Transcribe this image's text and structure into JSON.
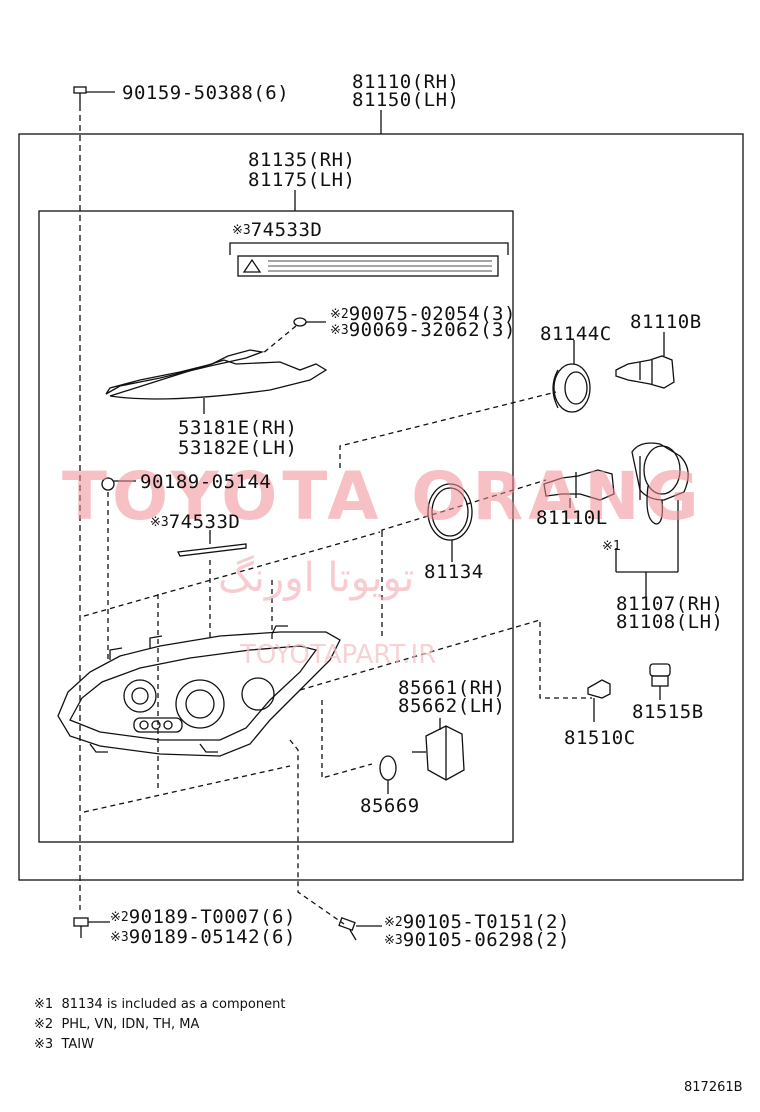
{
  "part_groups": {
    "headlamp_assy": {
      "rh": "81110(RH)",
      "lh": "81150(LH)"
    },
    "lamp_unit": {
      "rh": "81135(RH)",
      "lh": "81175(LH)"
    },
    "cover": {
      "rh": "53181E(RH)",
      "lh": "53182E(LH)"
    },
    "bulb_socket_cover": {
      "rh": "81107(RH)",
      "lh": "81108(LH)"
    },
    "leveling_motor": {
      "rh": "85661(RH)",
      "lh": "85662(LH)"
    }
  },
  "labels": {
    "top_bolt": "90159-50388(6)",
    "label_sticker": "74533D",
    "label_sticker_mark": "※3",
    "screw_a_mark": "※2",
    "screw_a": "90075-02054(3)",
    "screw_b_mark": "※3",
    "screw_b": "90069-32062(3)",
    "clip": "90189-05144",
    "label_small": "74533D",
    "label_small_mark": "※3",
    "cap": "81144C",
    "bulb_b": "81110B",
    "bulb_l": "81110L",
    "oring": "81134",
    "socket_mark": "※1",
    "bulb_c": "81510C",
    "socket_b": "81515B",
    "oring_small": "85669",
    "bottom_left_mark_a": "※2",
    "bottom_left_a": "90189-T0007(6)",
    "bottom_left_mark_b": "※3",
    "bottom_left_b": "90189-05142(6)",
    "bottom_right_mark_a": "※2",
    "bottom_right_a": "90105-T0151(2)",
    "bottom_right_mark_b": "※3",
    "bottom_right_b": "90105-06298(2)"
  },
  "notes": [
    {
      "mark": "※1",
      "text": "81134 is included as a component"
    },
    {
      "mark": "※2",
      "text": "PHL, VN, IDN, TH, MA"
    },
    {
      "mark": "※3",
      "text": "TAIW"
    }
  ],
  "diagram_id": "817261B",
  "watermark": {
    "main": "TOYOTA ORANG",
    "arabic": "تویوتا اورنگ",
    "url": "TOYOTAPART.IR"
  }
}
